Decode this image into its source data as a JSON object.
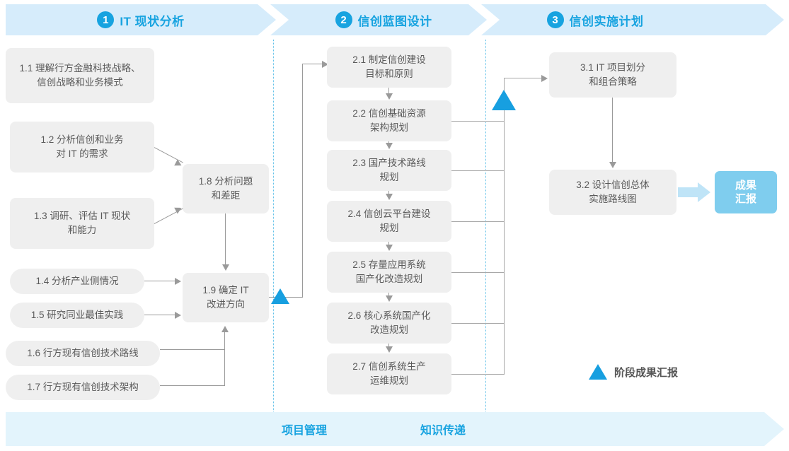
{
  "phases": [
    {
      "num": "1",
      "title": "IT 现状分析"
    },
    {
      "num": "2",
      "title": "信创蓝图设计"
    },
    {
      "num": "3",
      "title": "信创实施计划"
    }
  ],
  "phase1_tasks": [
    {
      "id": "1.1",
      "text": "1.1 理解行方金融科技战略、\n信创战略和业务模式"
    },
    {
      "id": "1.2",
      "text": "1.2 分析信创和业务\n对 IT 的需求"
    },
    {
      "id": "1.3",
      "text": "1.3 调研、评估 IT 现状\n和能力"
    },
    {
      "id": "1.4",
      "text": "1.4 分析产业侧情况"
    },
    {
      "id": "1.5",
      "text": "1.5 研究同业最佳实践"
    },
    {
      "id": "1.6",
      "text": "1.6 行方现有信创技术路线"
    },
    {
      "id": "1.7",
      "text": "1.7 行方现有信创技术架构"
    },
    {
      "id": "1.8",
      "text": "1.8 分析问题\n和差距"
    },
    {
      "id": "1.9",
      "text": "1.9 确定 IT\n改进方向"
    }
  ],
  "phase2_tasks": [
    {
      "id": "2.1",
      "text": "2.1 制定信创建设\n目标和原则"
    },
    {
      "id": "2.2",
      "text": "2.2 信创基础资源\n架构规划"
    },
    {
      "id": "2.3",
      "text": "2.3 国产技术路线\n规划"
    },
    {
      "id": "2.4",
      "text": "2.4 信创云平台建设\n规划"
    },
    {
      "id": "2.5",
      "text": "2.5 存量应用系统\n国产化改造规划"
    },
    {
      "id": "2.6",
      "text": "2.6 核心系统国产化\n改造规划"
    },
    {
      "id": "2.7",
      "text": "2.7 信创系统生产\n运维规划"
    }
  ],
  "phase3_tasks": [
    {
      "id": "3.1",
      "text": "3.1 IT 项目划分\n和组合策略"
    },
    {
      "id": "3.2",
      "text": "3.2 设计信创总体\n实施路线图"
    }
  ],
  "outcome": {
    "text": "成果\n汇报"
  },
  "legend": {
    "label": "阶段成果汇报",
    "marker": "blue-triangle"
  },
  "footer": {
    "items": [
      "项目管理",
      "知识传递"
    ]
  },
  "colors": {
    "accent": "#17a3e0",
    "band": "#d6ecfb",
    "footer_band": "#e3f4fc",
    "box": "#efefef",
    "box_text": "#5a5a5a",
    "outcome": "#7fcdee",
    "connector": "#9a9a9a",
    "divider_dotted": "#5fc0e8"
  }
}
